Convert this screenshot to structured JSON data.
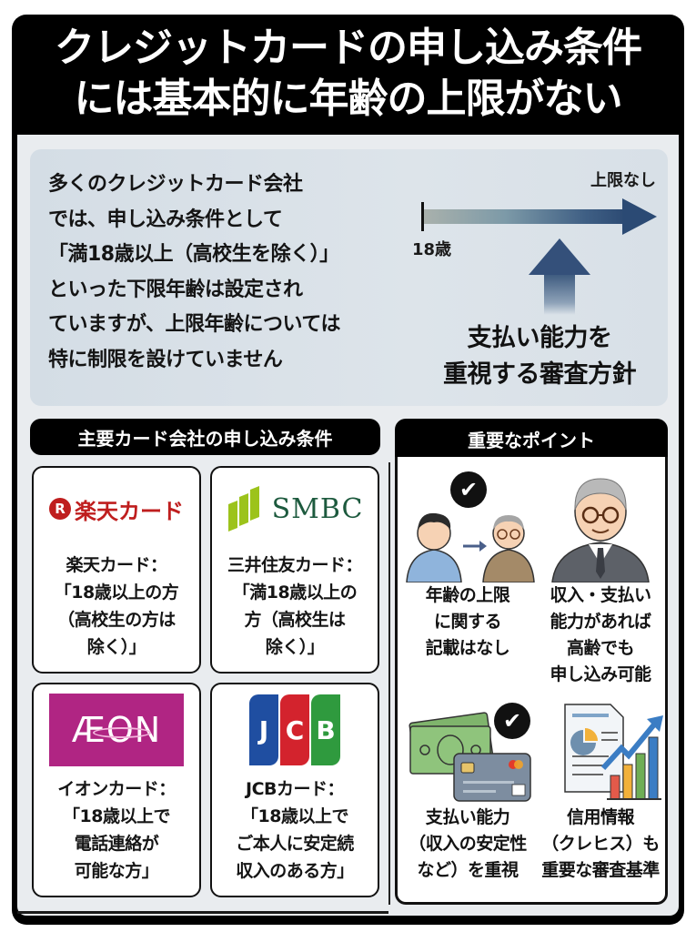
{
  "title": {
    "line1": "クレジットカードの申し込み条件",
    "line2": "には基本的に年齢の上限がない"
  },
  "intro": {
    "lines": [
      "多くのクレジットカード会社",
      "では、申し込み条件として",
      "「満18歳以上（高校生を除く）」",
      "といった下限年齢は設定され",
      "ていますが、上限年齢については",
      "特に制限を設けていません"
    ],
    "timeline": {
      "upper_label": "上限なし",
      "lower_label": "18歳",
      "policy_line1": "支払い能力を",
      "policy_line2": "重視する審査方針"
    }
  },
  "companies": {
    "heading": "主要カード会社の申し込み条件",
    "cards": [
      {
        "logo_text": "楽天カード",
        "logo_mark": "R",
        "brand_color": "#bf1e1e",
        "lines": [
          "楽天カード：",
          "「18歳以上の方",
          "（高校生の方は",
          "除く）」"
        ]
      },
      {
        "logo_text": "SMBC",
        "brand_color": "#1d5a3e",
        "mark_color": "#9cc31b",
        "lines": [
          "三井住友カード：",
          "「満18歳以上の",
          "方（高校生は",
          "除く）」"
        ]
      },
      {
        "logo_text": "ÆON",
        "brand_color": "#b02583",
        "lines": [
          "イオンカード：",
          "「18歳以上で",
          "電話連絡が",
          "可能な方」"
        ]
      },
      {
        "logo_letters": [
          "J",
          "C",
          "B"
        ],
        "band_colors": [
          "#1f4ea1",
          "#d3232d",
          "#2f9a3e"
        ],
        "lines": [
          "JCBカード：",
          "「18歳以上で",
          "ご本人に安定続",
          "収入のある方」"
        ]
      }
    ]
  },
  "points": {
    "heading": "重要なポイント",
    "items": [
      {
        "icon": "young-to-elderly-icon",
        "lines": [
          "年齢の上限",
          "に関する",
          "記載はなし"
        ]
      },
      {
        "icon": "elderly-businessman-icon",
        "lines": [
          "収入・支払い",
          "能力があれば",
          "高齢でも",
          "申し込み可能"
        ]
      },
      {
        "icon": "cash-and-card-icon",
        "lines": [
          "支払い能力",
          "（収入の安定性",
          "など）を重視"
        ]
      },
      {
        "icon": "credit-report-chart-icon",
        "lines": [
          "信用情報",
          "（クレヒス）も",
          "重要な審査基準"
        ]
      }
    ],
    "check_glyph": "✔"
  }
}
